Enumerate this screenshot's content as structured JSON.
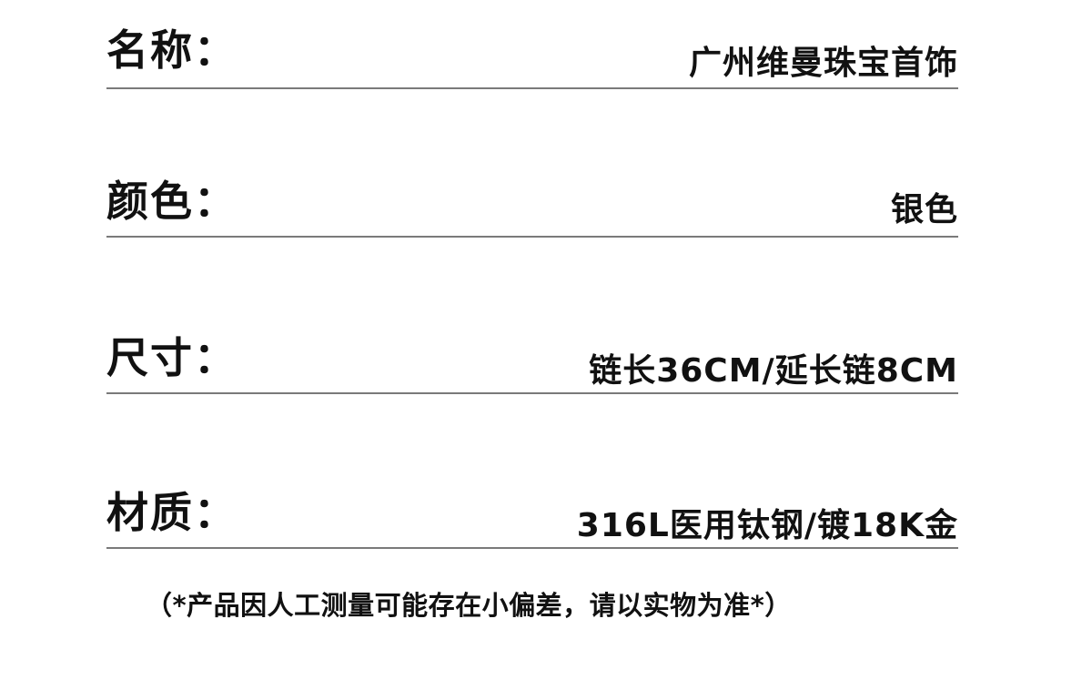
{
  "specs": [
    {
      "label": "名称：",
      "value": "广州维曼珠宝首饰"
    },
    {
      "label": "颜色：",
      "value": "银色"
    },
    {
      "label": "尺寸：",
      "value": "链长36CM/延长链8CM"
    },
    {
      "label": "材质：",
      "value": "316L医用钛钢/镀18K金"
    }
  ],
  "note": "（*产品因人工测量可能存在小偏差，请以实物为准*）",
  "colors": {
    "text": "#111111",
    "divider": "#7a7a7a",
    "background": "#ffffff"
  }
}
